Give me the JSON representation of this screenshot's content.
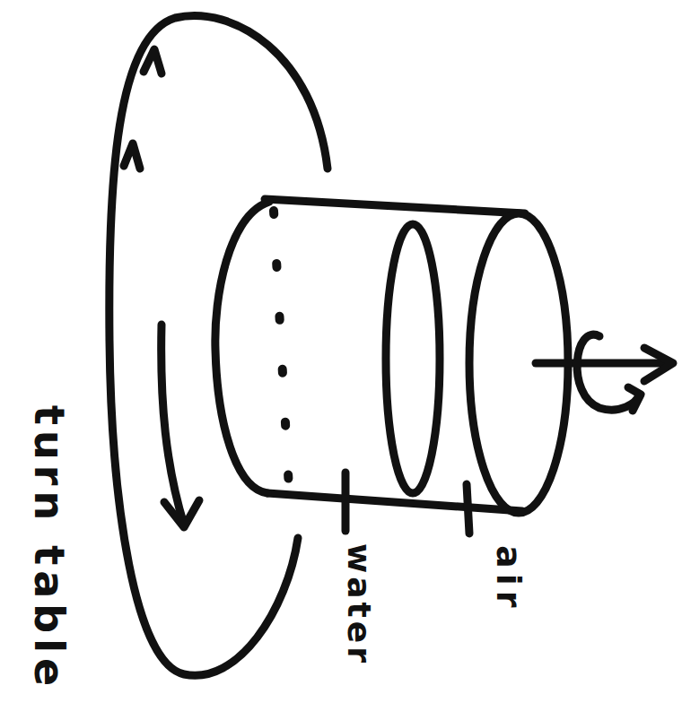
{
  "diagram": {
    "labels": [
      "turn table",
      "water",
      "air"
    ]
  }
}
